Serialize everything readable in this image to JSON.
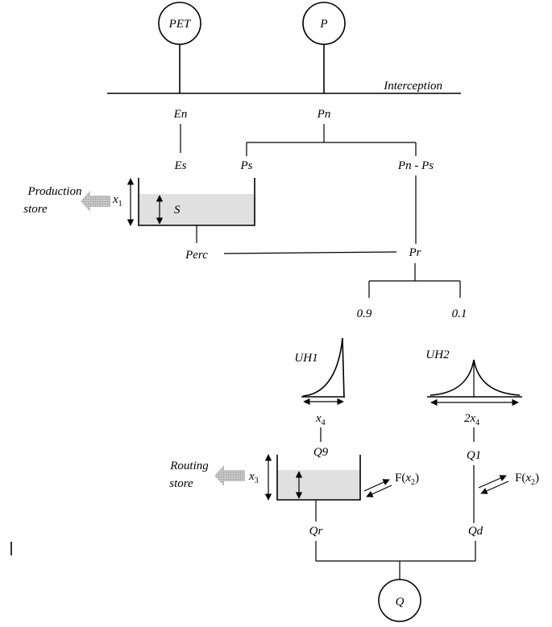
{
  "inputs": {
    "pet": "PET",
    "p": "P"
  },
  "labels": {
    "interception": "Interception",
    "en": "En",
    "pn": "Pn",
    "es": "Es",
    "ps": "Ps",
    "pn_ps": "Pn - Ps",
    "production_store_line1": "Production",
    "production_store_line2": "store",
    "s": "S",
    "perc": "Perc",
    "pr": "Pr",
    "split_09": "0.9",
    "split_01": "0.1",
    "uh1": "UH1",
    "uh2": "UH2",
    "q9": "Q9",
    "q1": "Q1",
    "routing_store_line1": "Routing",
    "routing_store_line2": "store",
    "qr": "Qr",
    "qd": "Qd",
    "output": "Q"
  },
  "parameters": {
    "x1": {
      "base": "x",
      "sub": "1"
    },
    "x3": {
      "base": "x",
      "sub": "3"
    },
    "x4": {
      "base": "x",
      "sub": "4"
    },
    "two_x4": {
      "base": "2x",
      "sub": "4"
    },
    "f_x2_routing": {
      "pre": "F(",
      "base": "x",
      "sub": "2",
      "post": ")"
    },
    "f_x2_direct": {
      "pre": "F(",
      "base": "x",
      "sub": "2",
      "post": ")"
    }
  },
  "colors": {
    "store_fill": "#e0e0e0",
    "arrow_fill": "#b0b0b0",
    "line": "#000000"
  }
}
